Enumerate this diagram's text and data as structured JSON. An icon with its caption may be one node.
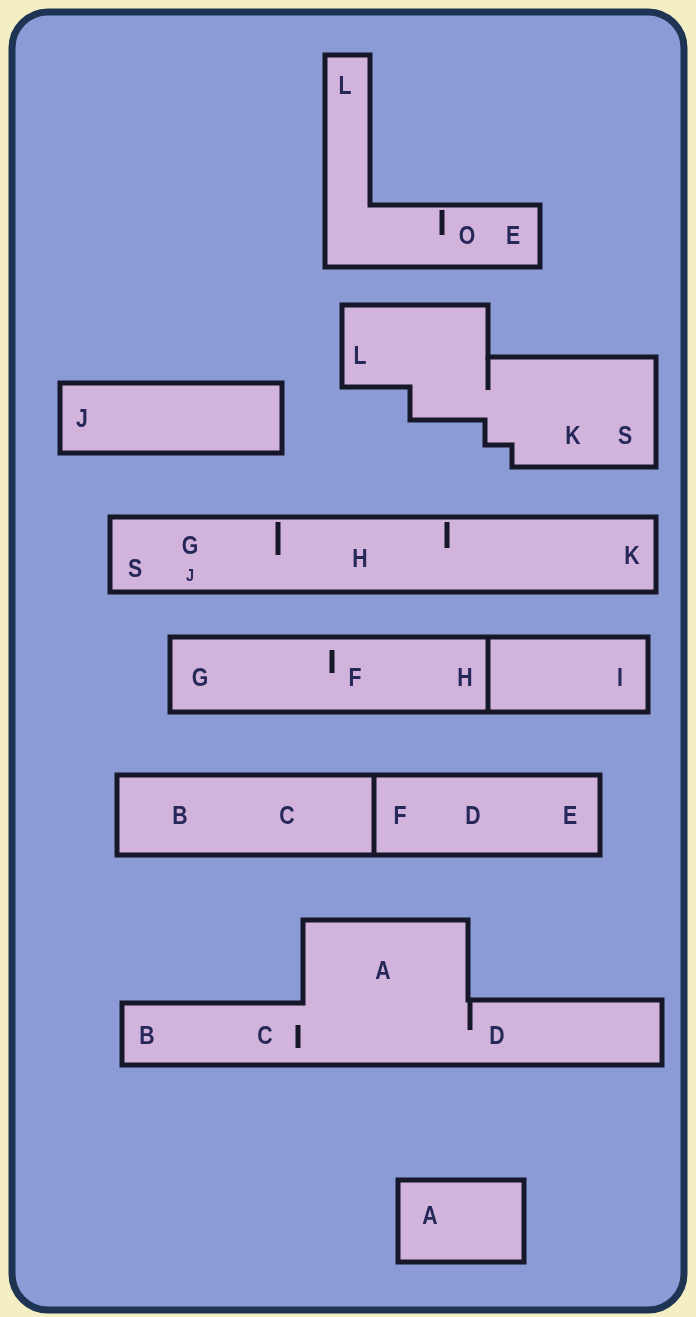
{
  "diagram": {
    "nodes": [
      {
        "text": [
          "L",
          "O",
          "E"
        ]
      },
      {
        "text": [
          "L",
          "K",
          "S"
        ]
      },
      {
        "text": [
          "J"
        ]
      },
      {
        "text": [
          "S",
          "G",
          "J",
          "H",
          "K"
        ]
      },
      {
        "text": [
          "G",
          "F",
          "H",
          "I"
        ]
      },
      {
        "text": [
          "B",
          "C",
          "F",
          "D",
          "E"
        ]
      },
      {
        "text": [
          "A",
          "B",
          "C",
          "D"
        ]
      },
      {
        "text": [
          "A"
        ]
      }
    ]
  }
}
